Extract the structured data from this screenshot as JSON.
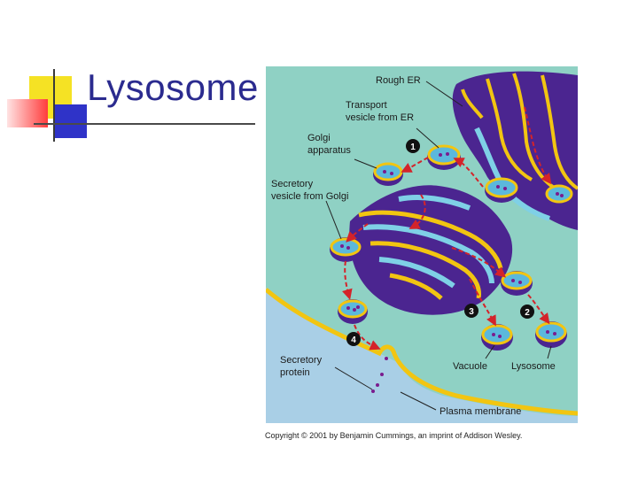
{
  "slide": {
    "title": "Lysosome",
    "copyright": "Copyright © 2001 by Benjamin Cummings, an imprint of Addison Wesley."
  },
  "diagram": {
    "labels": {
      "rough_er": "Rough ER",
      "transport_vesicle_line1": "Transport",
      "transport_vesicle_line2": "vesicle from ER",
      "golgi_line1": "Golgi",
      "golgi_line2": "apparatus",
      "secretory_vesicle_line1": "Secretory",
      "secretory_vesicle_line2": "vesicle from Golgi",
      "secretory_protein_line1": "Secretory",
      "secretory_protein_line2": "protein",
      "vacuole": "Vacuole",
      "lysosome": "Lysosome",
      "plasma_membrane": "Plasma membrane"
    },
    "steps": [
      "1",
      "2",
      "3",
      "4"
    ],
    "colors": {
      "cytoplasm": "#8fd1c4",
      "extracellular": "#a9cfe6",
      "membrane_yellow": "#f2c511",
      "organelle_purple": "#5a2a9c",
      "vesicle_lumen": "#5bb8dc",
      "pathway_arrow": "#d4232a",
      "title_blue": "#2b2b8f"
    }
  }
}
